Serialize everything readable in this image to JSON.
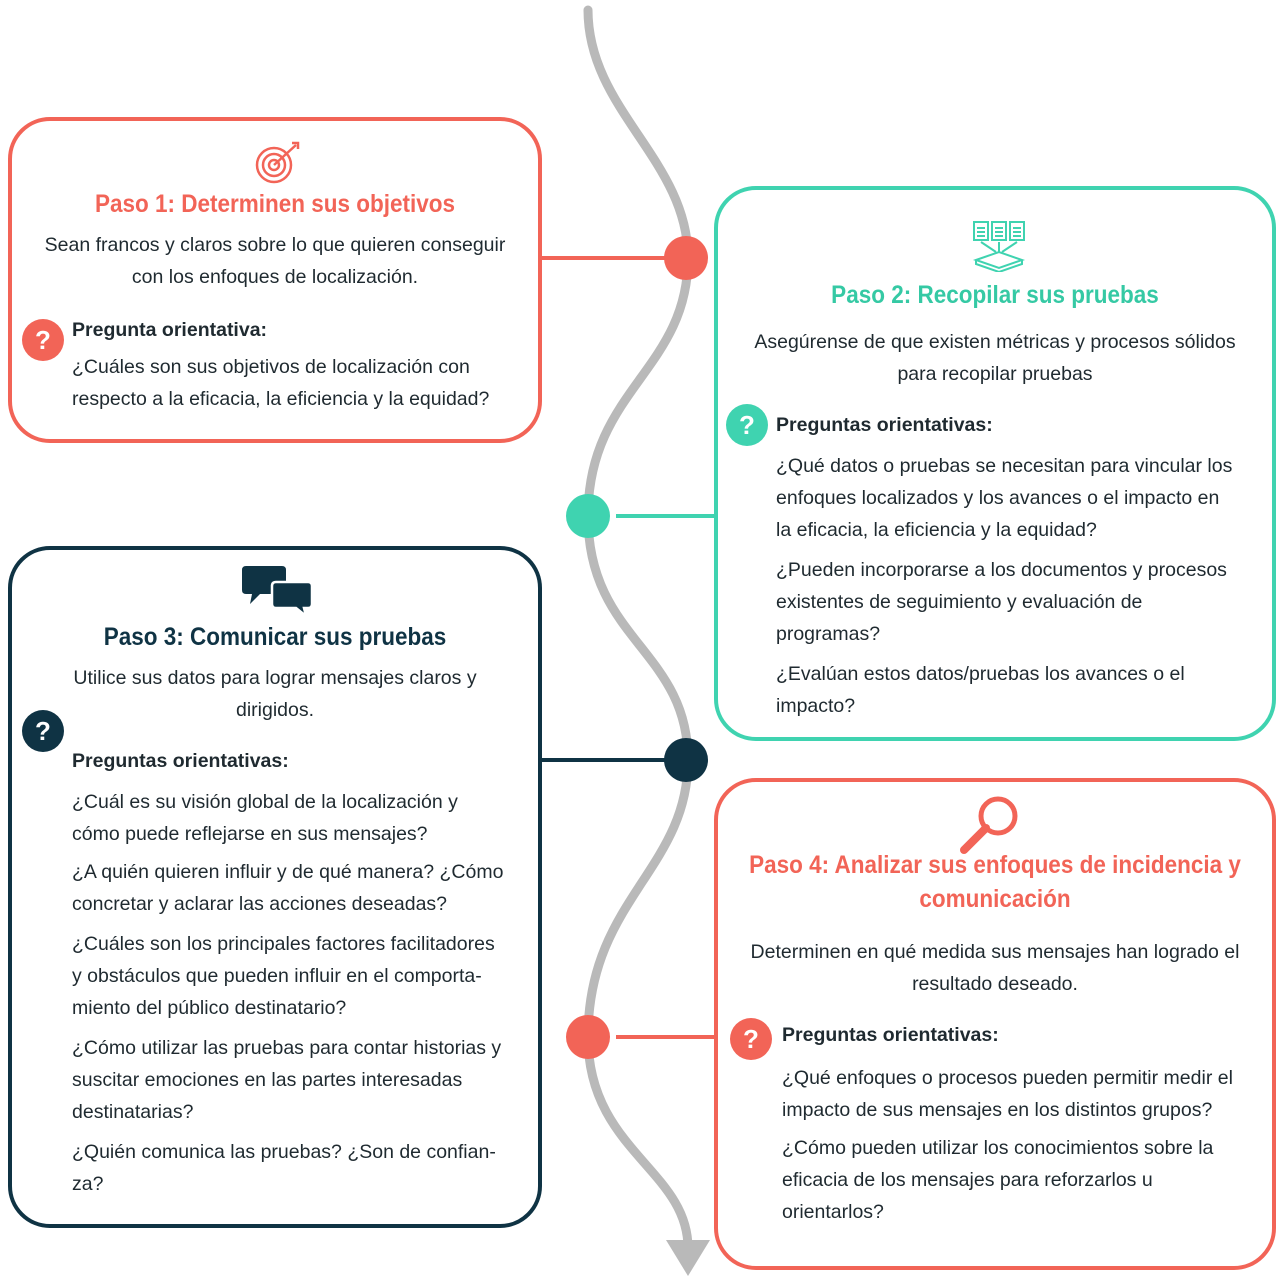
{
  "colors": {
    "coral": "#f26457",
    "teal": "#3fd3b0",
    "navy": "#0f3344",
    "line": "#b9b9b9"
  },
  "step1": {
    "icon": "target-icon",
    "title": "Paso 1: Determinen sus objetivos",
    "desc_lines": [
      "Sean francos y claros sobre lo que quieren conseguir",
      "con los enfoques de localización."
    ],
    "q_label": "Pregunta orientativa:",
    "questions": [
      [
        "¿Cuáles son sus objetivos de localización con",
        "respecto a la eficacia, la eficiencia y la equidad?"
      ]
    ]
  },
  "step2": {
    "icon": "documents-tray-icon",
    "title": "Paso 2: Recopilar sus pruebas",
    "desc_lines": [
      "Asegúrense de que existen métricas y procesos sólidos",
      "para recopilar pruebas"
    ],
    "q_label": "Preguntas orientativas:",
    "questions": [
      [
        "¿Qué datos o pruebas se necesitan para vincular los",
        "enfoques localizados y los avances o el impacto en",
        "la eficacia, la eficiencia y la equidad?"
      ],
      [
        "¿Pueden incorporarse a los documentos y procesos",
        "existentes de seguimiento y evaluación de",
        "programas?"
      ],
      [
        "¿Evalúan estos datos/pruebas los avances o el",
        "impacto?"
      ]
    ]
  },
  "step3": {
    "icon": "chat-bubbles-icon",
    "title": "Paso 3: Comunicar sus pruebas",
    "desc_lines": [
      "Utilice sus datos para lograr mensajes claros y",
      "dirigidos."
    ],
    "q_label": "Preguntas orientativas:",
    "questions": [
      [
        "¿Cuál es su visión global de la localización y",
        "cómo puede reflejarse en sus mensajes?"
      ],
      [
        "¿A quién quieren influir y de qué manera? ¿Cómo",
        "concretar y aclarar las acciones deseadas?"
      ],
      [
        "¿Cuáles son los principales factores facilitadores",
        "y obstáculos que pueden influir en el comporta-",
        "miento del público destinatario?"
      ],
      [
        "¿Cómo utilizar las pruebas para contar historias y",
        "suscitar emociones en las partes interesadas",
        "destinatarias?"
      ],
      [
        "¿Quién comunica las pruebas? ¿Son de confian-",
        "za?"
      ]
    ]
  },
  "step4": {
    "icon": "magnifier-icon",
    "title_lines": [
      "Paso 4: Analizar sus enfoques de incidencia y",
      "comunicación"
    ],
    "desc_lines": [
      "Determinen en qué medida sus mensajes han logrado el",
      "resultado deseado."
    ],
    "q_label": "Preguntas orientativas:",
    "questions": [
      [
        "¿Qué enfoques o procesos pueden permitir medir el",
        "impacto de sus mensajes en los distintos grupos?"
      ],
      [
        "¿Cómo pueden utilizar los conocimientos sobre la",
        "eficacia de los mensajes para reforzarlos u",
        "orientarlos?"
      ]
    ]
  },
  "question_mark": "?"
}
